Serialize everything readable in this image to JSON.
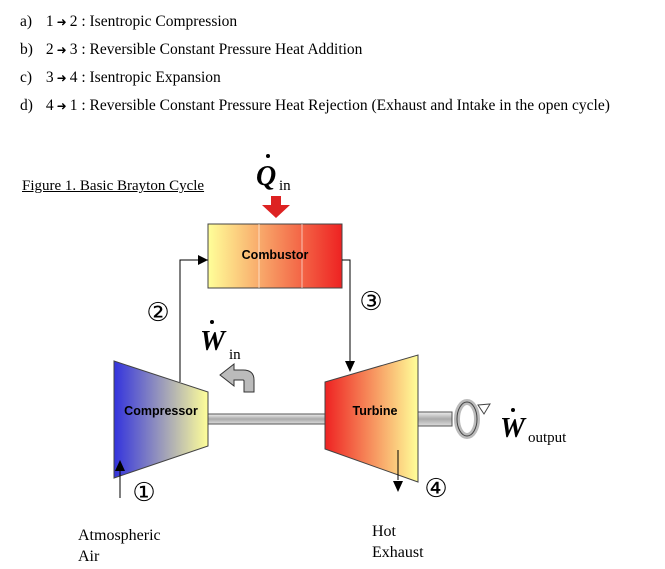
{
  "process_steps": [
    {
      "label": "a)",
      "from": "1",
      "to": "2",
      "text": "Isentropic Compression"
    },
    {
      "label": "b)",
      "from": "2",
      "to": "3",
      "text": "Reversible Constant Pressure Heat Addition"
    },
    {
      "label": "c)",
      "from": "3",
      "to": "4",
      "text": "Isentropic Expansion"
    },
    {
      "label": "d)",
      "from": "4",
      "to": "1",
      "text": "Reversible Constant Pressure Heat Rejection (Exhaust and Intake in the open cycle)"
    }
  ],
  "figure": {
    "caption": "Figure 1. Basic Brayton Cycle",
    "components": {
      "compressor": "Compressor",
      "combustor": "Combustor",
      "turbine": "Turbine"
    },
    "q_in": {
      "symbol": "Q",
      "subscript": "in"
    },
    "w_in": {
      "symbol": "W",
      "subscript": "in"
    },
    "w_out": {
      "symbol": "W",
      "subscript": "output"
    },
    "state_markers": [
      "①",
      "②",
      "③",
      "④"
    ],
    "inlet_label": [
      "Atmospheric",
      "Air"
    ],
    "exhaust_label": [
      "Hot",
      "Exhaust"
    ],
    "colors": {
      "cold": "#3333dd",
      "warm": "#ffff99",
      "hot": "#ee2222",
      "heat_arrow": "#dd2222",
      "shaft": "#c8c8c8"
    }
  }
}
